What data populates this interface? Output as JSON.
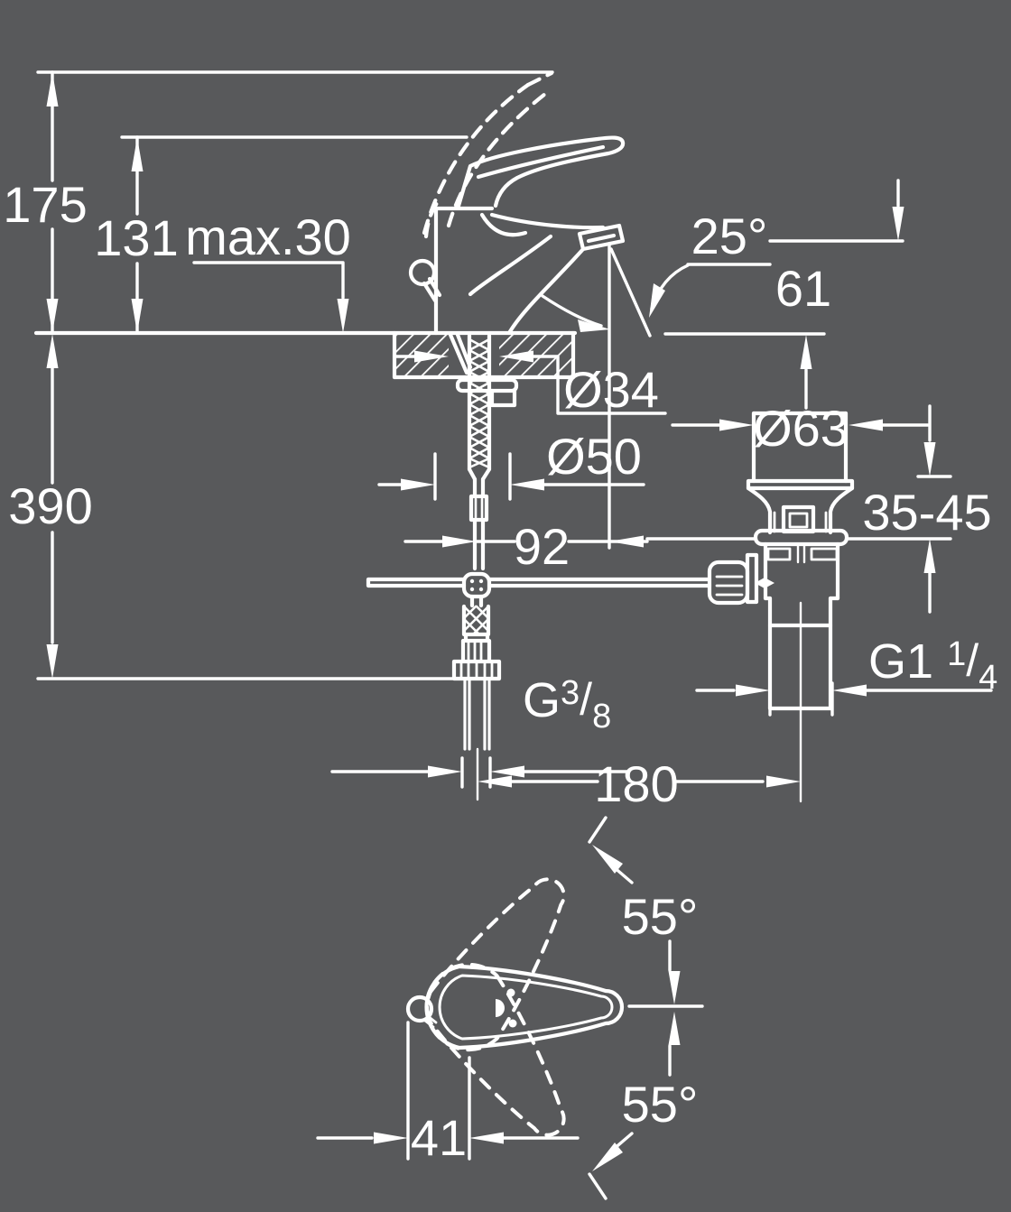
{
  "meta": {
    "drawing_type": "faucet-installation-dimension-drawing",
    "background_color": "#58595b",
    "line_color": "#ffffff"
  },
  "dimensions": {
    "overall_height": "175",
    "spout_height": "131",
    "deck_thickness_max": "max.30",
    "spout_angle": "25°",
    "outlet_height": "61",
    "hole_diameter": "Ø34",
    "base_diameter": "Ø50",
    "spout_reach": "92",
    "supply_length": "390",
    "waste_plug_diameter": "Ø63",
    "waste_deck_range": "35-45",
    "centre_distance": "180",
    "swivel_angle_up": "55°",
    "swivel_angle_down": "55°",
    "handle_offset": "41",
    "supply_thread": {
      "prefix": "G",
      "numerator": "3",
      "slash": "/",
      "denominator": "8"
    },
    "waste_thread": {
      "prefix": "G1",
      "numerator": "1",
      "slash": "/",
      "denominator": "4"
    }
  }
}
